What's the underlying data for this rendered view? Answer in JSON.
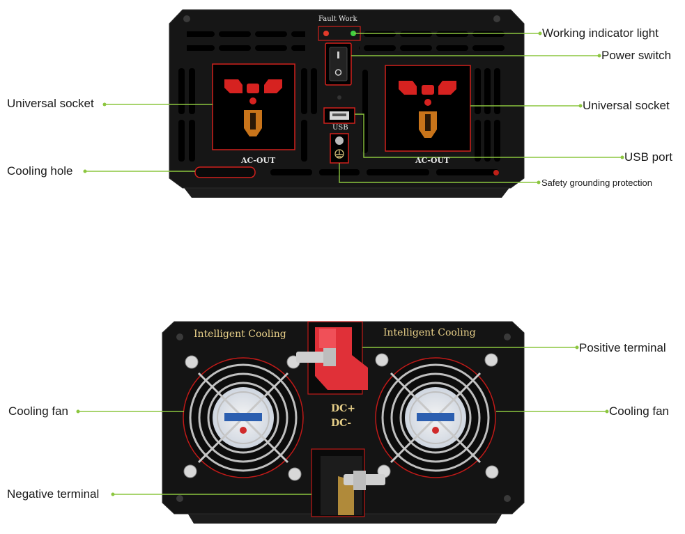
{
  "front_panel": {
    "indicator_text": "Fault Work",
    "usb_text": "USB",
    "ac_out_left": "AC-OUT",
    "ac_out_right": "AC-OUT"
  },
  "rear_panel": {
    "cooling_left": "Intelligent Cooling",
    "cooling_right": "Intelligent Cooling",
    "dc_plus": "DC+",
    "dc_minus": "DC-"
  },
  "callouts": {
    "working_indicator": "Working indicator light",
    "power_switch": "Power switch",
    "socket_left": "Universal socket",
    "socket_right": "Universal socket",
    "usb_port": "USB port",
    "cooling_hole": "Cooling hole",
    "grounding": "Safety grounding protection",
    "positive_terminal": "Positive terminal",
    "cooling_fan_left": "Cooling fan",
    "cooling_fan_right": "Cooling fan",
    "negative_terminal": "Negative terminal"
  },
  "colors": {
    "leader_line": "#8cc63f",
    "panel": "#141414",
    "highlight": "#d0201c",
    "stamp_text": "#e8d089"
  }
}
